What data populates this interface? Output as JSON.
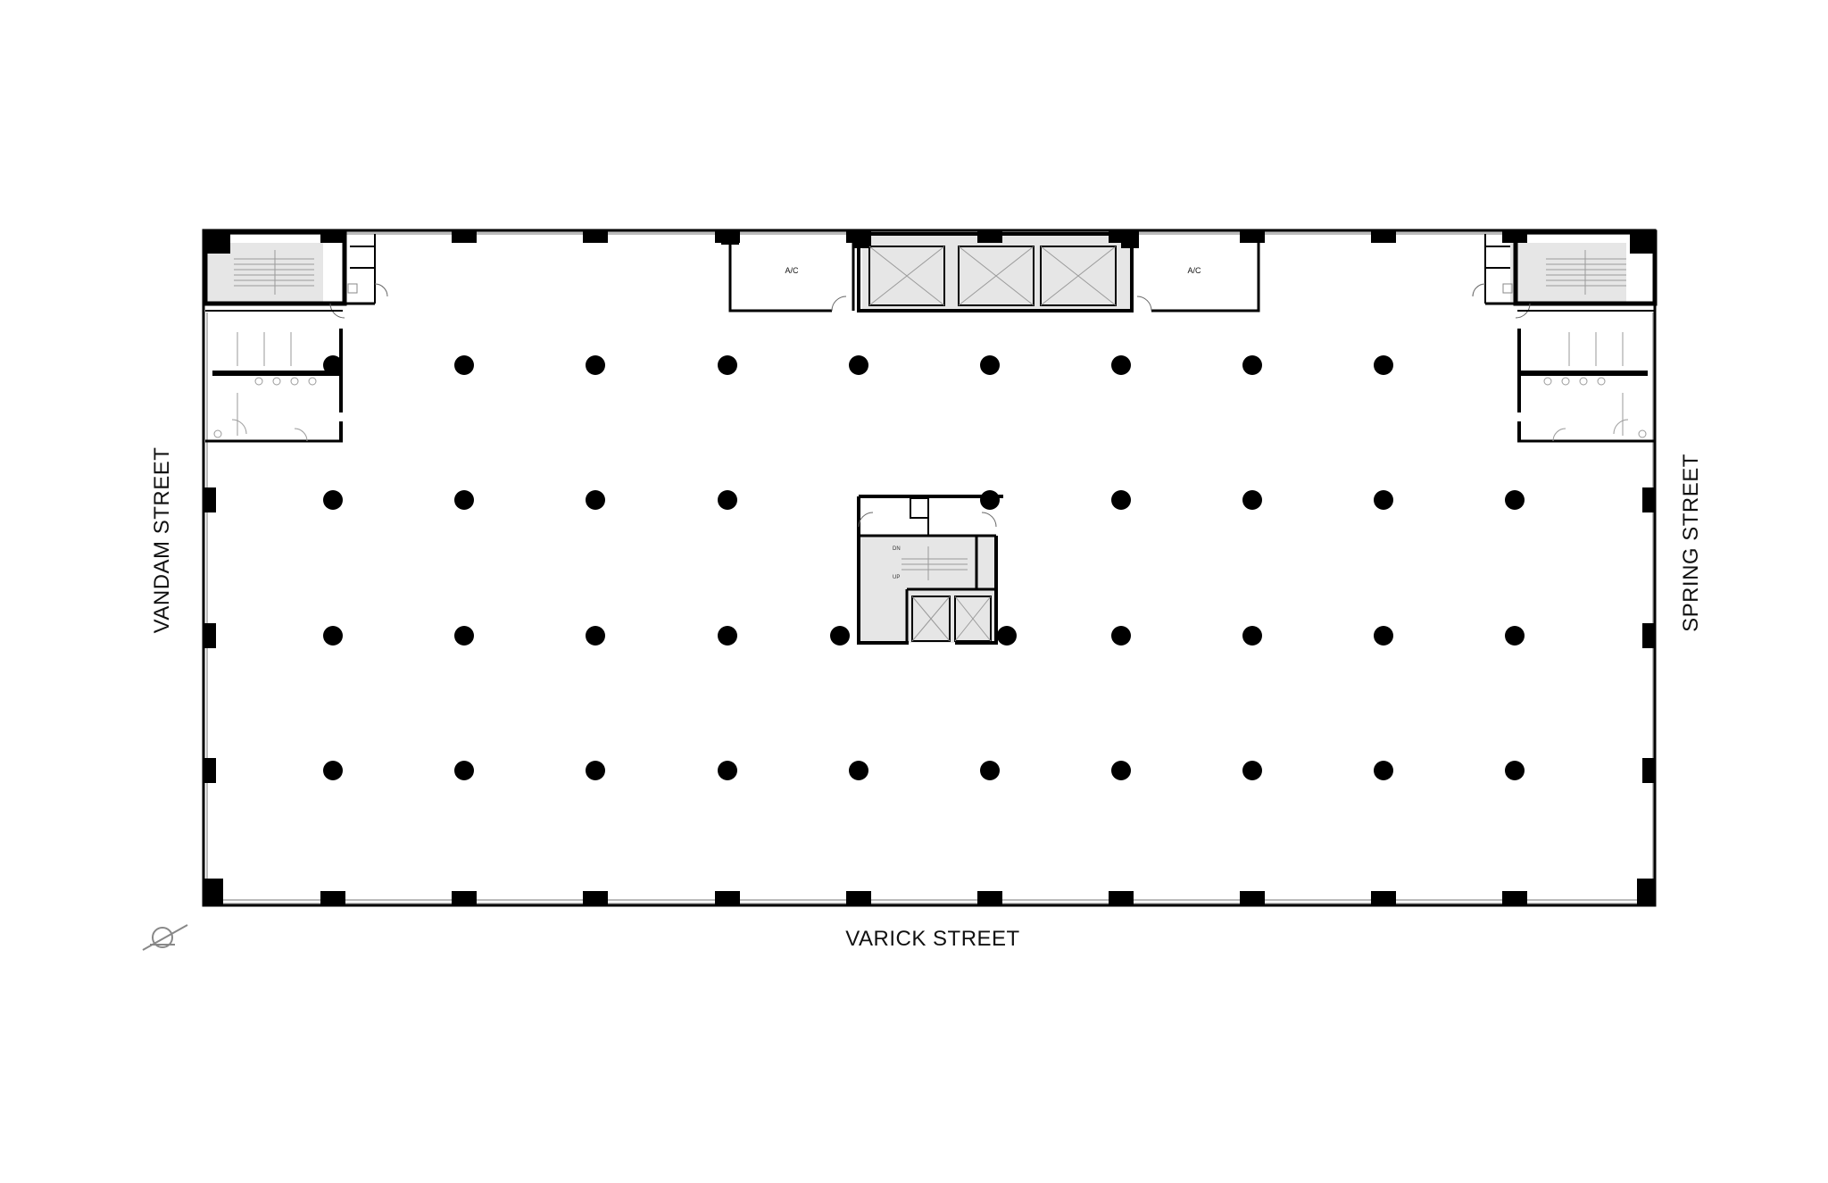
{
  "streets": {
    "south": "VARICK STREET",
    "west": "VANDAM STREET",
    "east": "SPRING STREET"
  },
  "rooms": {
    "ac_west": "A/C",
    "ac_east": "A/C"
  },
  "core_stair": {
    "down": "DN",
    "up": "UP"
  },
  "colors": {
    "wall": "#000000",
    "glazing": "#bbbbbb",
    "core_fill": "#e6e6e6",
    "fixture": "#9a9a9a"
  },
  "icons": {
    "north_arrow": "north-arrow-icon"
  }
}
